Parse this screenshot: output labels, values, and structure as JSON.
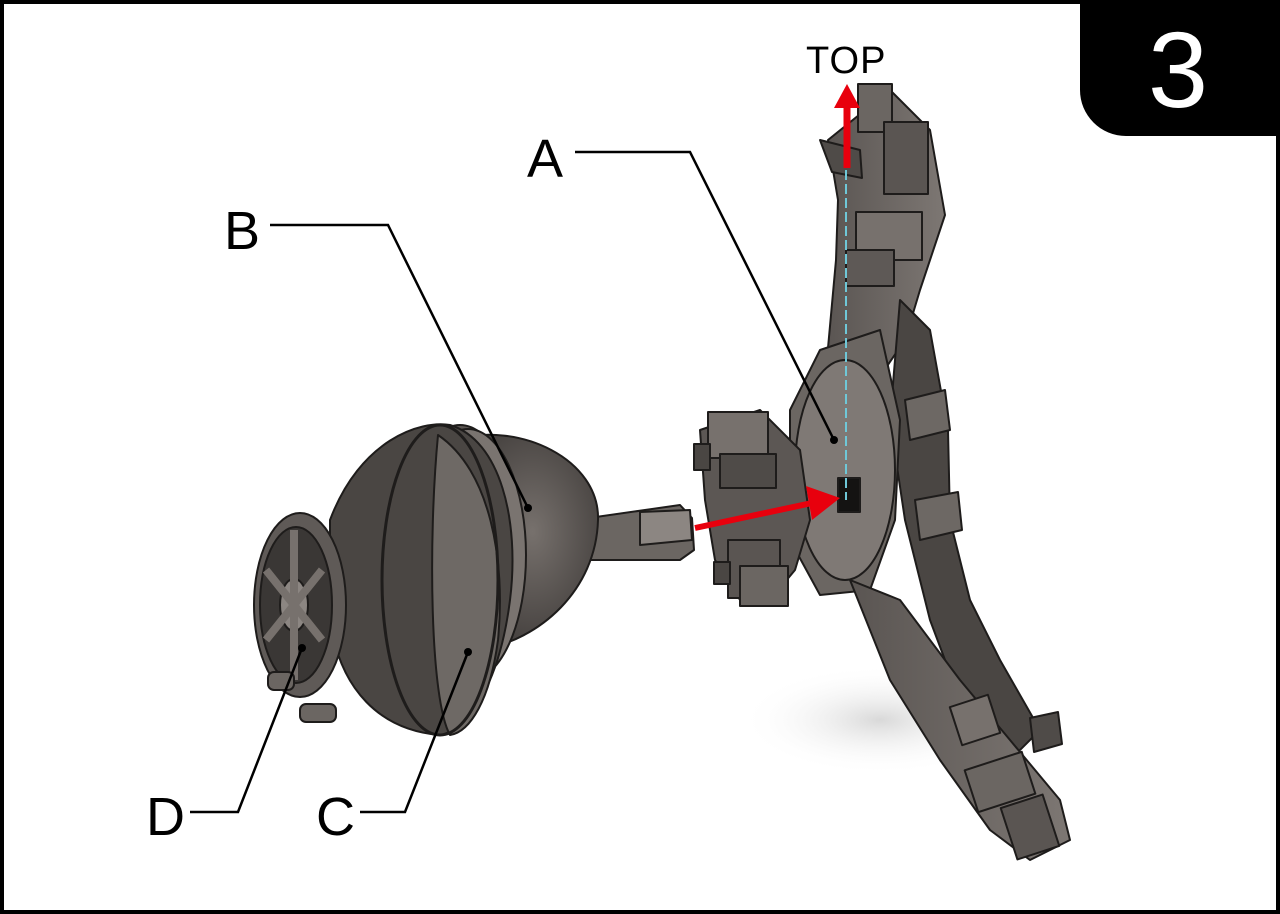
{
  "step": {
    "number": "3"
  },
  "direction_label": "TOP",
  "callouts": {
    "a": "A",
    "b": "B",
    "c": "C",
    "d": "D"
  },
  "colors": {
    "part_dark": "#4f4b48",
    "part_mid": "#6b6662",
    "part_light": "#8c8682",
    "outline": "#1e1c1b",
    "arrow": "#e8000d",
    "axis": "#6fc8d8",
    "leader": "#000000"
  }
}
